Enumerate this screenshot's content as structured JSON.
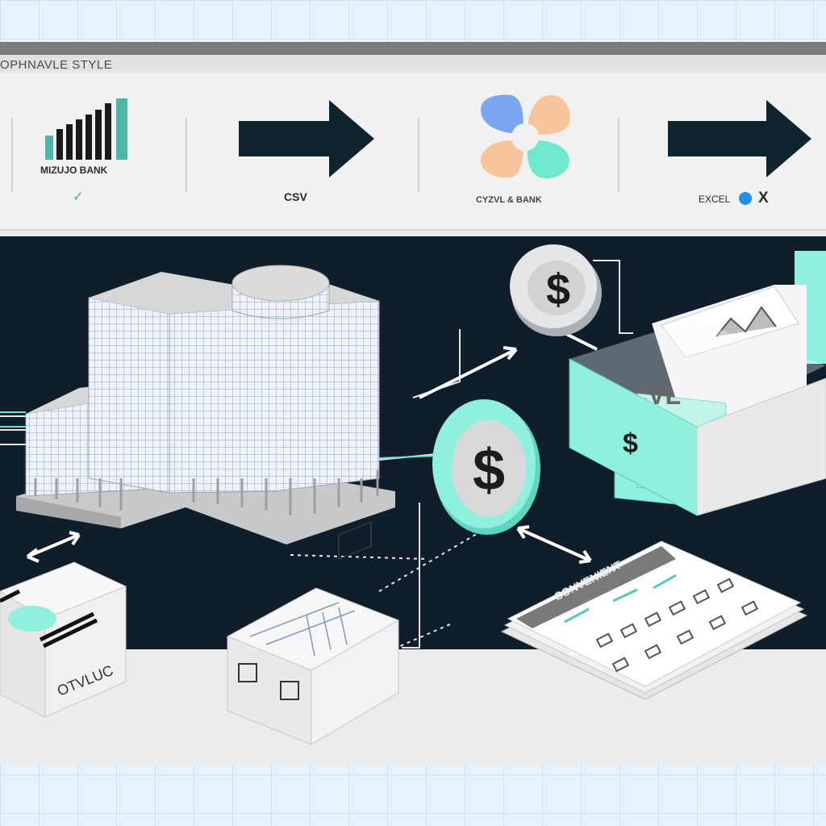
{
  "header": {
    "title": "OPHNAVLE STYLE"
  },
  "flow": {
    "step1": {
      "label": "MIZUJO BANK",
      "check": "✓"
    },
    "step2": {
      "label": "CSV"
    },
    "step3": {
      "label": "CYZVL & BANK"
    },
    "step4": {
      "label": "EXCEL",
      "mark": "X"
    }
  },
  "illustration": {
    "folder_tab_text": "CVL",
    "box_symbol": "$",
    "coin_symbol": "$",
    "report_title": "CONVENIENT",
    "left_box_label": "OTVLUC"
  },
  "colors": {
    "accent_mint": "#7ee8d6",
    "dark_navy": "#0f1e2a",
    "arrow_dark": "#102430",
    "excel_dot": "#1e90e6"
  }
}
